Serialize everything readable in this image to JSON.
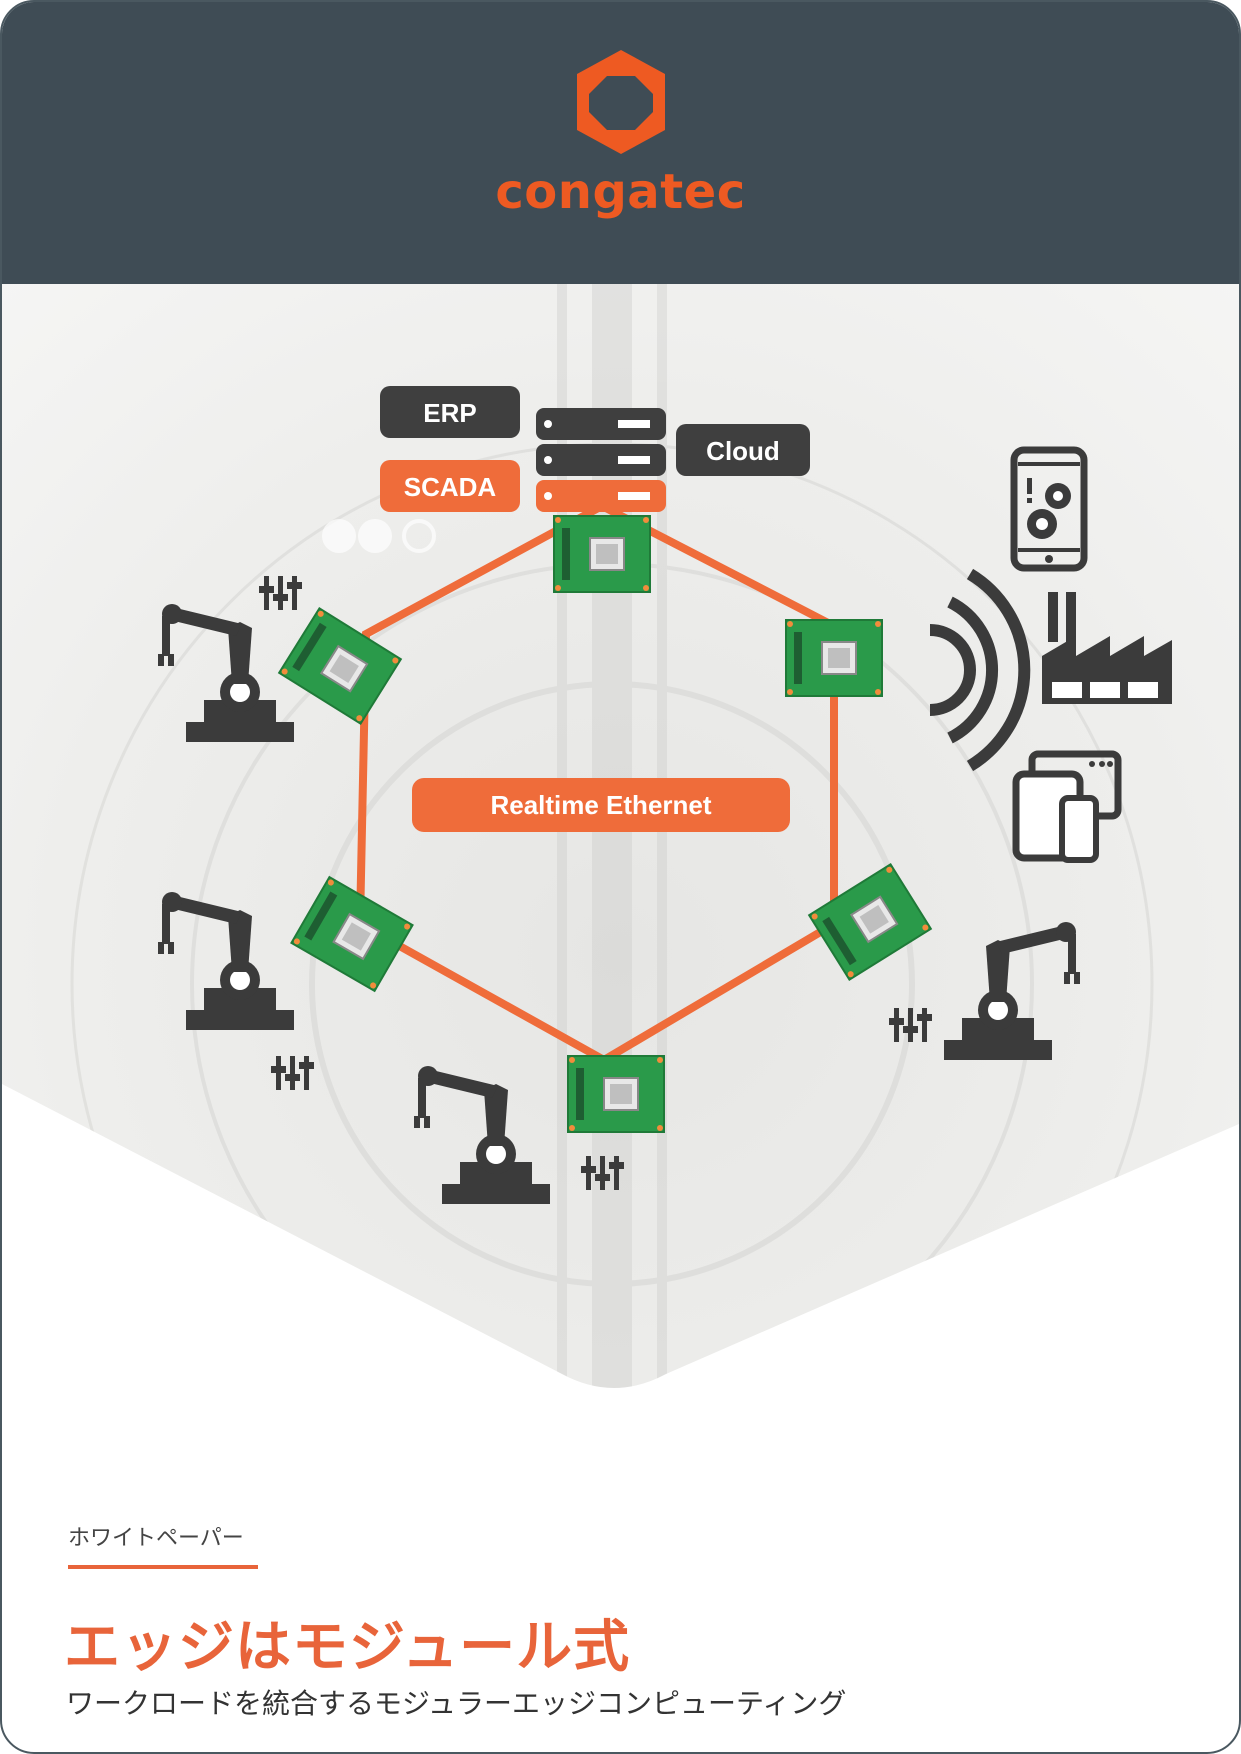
{
  "brand": {
    "name": "congatec",
    "accent_color": "#ee5a22",
    "header_color": "#3f4c55"
  },
  "diagram": {
    "labels": {
      "erp": "ERP",
      "scada": "SCADA",
      "cloud": "Cloud",
      "center": "Realtime Ethernet"
    },
    "icons": [
      "server-stack-icon",
      "robot-arm-icon",
      "control-sliders-icon",
      "wifi-signal-icon",
      "smartphone-settings-icon",
      "factory-icon",
      "devices-icon",
      "circuit-board-icon"
    ]
  },
  "document": {
    "type": "ホワイトペーパー",
    "title": "エッジはモジュール式",
    "subtitle": "ワークロードを統合するモジュラーエッジコンピューティング"
  }
}
